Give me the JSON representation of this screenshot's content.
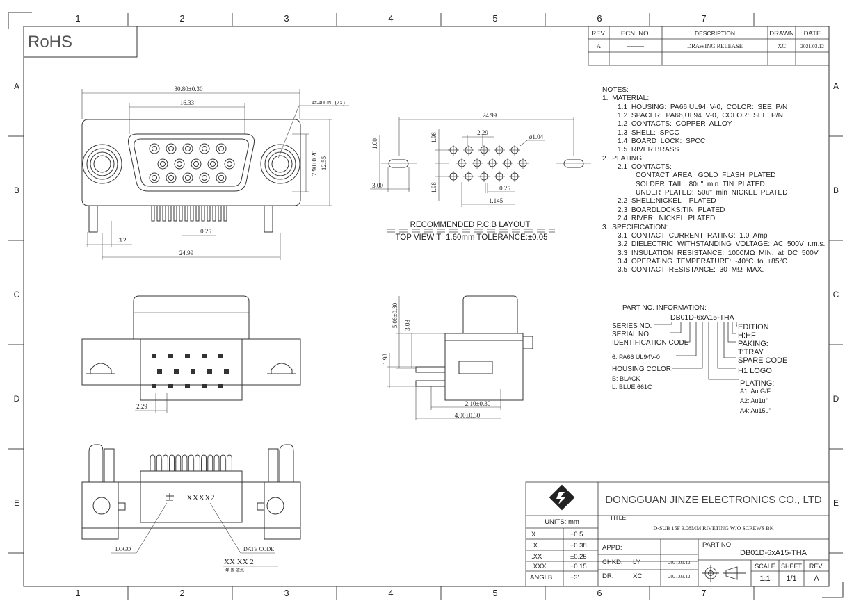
{
  "rohs": "RoHS",
  "border": {
    "cols": [
      "1",
      "2",
      "3",
      "4",
      "5",
      "6",
      "7"
    ],
    "rows": [
      "A",
      "B",
      "C",
      "D",
      "E"
    ]
  },
  "revision": {
    "headers": [
      "REV.",
      "ECN. NO.",
      "DESCRIPTION",
      "DRAWN",
      "DATE"
    ],
    "row": [
      "A",
      "———",
      "DRAWING RELEASE",
      "XC",
      "2021.03.12"
    ]
  },
  "dims": {
    "overall": "30.80±0.30",
    "flange": "16.33",
    "thread": "4#-40UNC(2X)",
    "height": "7.90±0.20",
    "total_h": "12.55",
    "pin_off": "3.2",
    "pin_w": "0.25",
    "span": "24.99",
    "pcb_span": "24.99",
    "pcb_pitch": "2.29",
    "pcb_hole": "ø1.04",
    "pcb_slot_w": "1.00",
    "pcb_slot_l": "3.00",
    "pcb_row1": "1.98",
    "pcb_row2": "1.98",
    "pcb_pin": "0.25",
    "pcb_off": "1.145",
    "front_pitch": "2.29",
    "side_h": "5.06±0.30",
    "side_h2": "3.08",
    "side_pin": "1.98",
    "side_d1": "2.10±0.30",
    "side_d2": "4.00±0.30"
  },
  "pcb_layout": {
    "title": "RECOMMENDED P.C.B LAYOUT",
    "subtitle": "TOP  VIEW  T=1.60mm  TOLERANCE:±0.05"
  },
  "notes": [
    {
      "lvl": 0,
      "t": "NOTES:"
    },
    {
      "lvl": 0,
      "t": "1.  MATERIAL:"
    },
    {
      "lvl": 1,
      "t": "1.1  HOUSING:  PA66,UL94  V-0,  COLOR:  SEE  P/N"
    },
    {
      "lvl": 1,
      "t": "1.2  SPACER:  PA66,UL94  V-0,  COLOR:  SEE  P/N"
    },
    {
      "lvl": 1,
      "t": "1.2  CONTACTS:  COPPER  ALLOY"
    },
    {
      "lvl": 1,
      "t": "1.3  SHELL:  SPCC"
    },
    {
      "lvl": 1,
      "t": "1.4  BOARD  LOCK:  SPCC"
    },
    {
      "lvl": 1,
      "t": "1.5  RIVER:BRASS"
    },
    {
      "lvl": 0,
      "t": "2.  PLATING:"
    },
    {
      "lvl": 1,
      "t": "2.1  CONTACTS:"
    },
    {
      "lvl": 2,
      "t": "CONTACT  AREA:  GOLD  FLASH  PLATED"
    },
    {
      "lvl": 2,
      "t": "SOLDER  TAIL:  80u\"  min  TIN  PLATED"
    },
    {
      "lvl": 2,
      "t": "UNDER  PLATED:  50u\"  min  NICKEL  PLATED"
    },
    {
      "lvl": 1,
      "t": "2.2  SHELL:NICKEL    PLATED"
    },
    {
      "lvl": 1,
      "t": "2.3  BOARDLOCKS:TIN  PLATED"
    },
    {
      "lvl": 1,
      "t": "2.4  RIVER:  NICKEL  PLATED"
    },
    {
      "lvl": 0,
      "t": "3.  SPECIFICATION:"
    },
    {
      "lvl": 1,
      "t": "3.1  CONTACT  CURRENT  RATING:  1.0  Amp"
    },
    {
      "lvl": 1,
      "t": "3.2  DIELECTRIC  WITHSTANDING  VOLTAGE:  AC  500V  r.m.s."
    },
    {
      "lvl": 1,
      "t": "3.3  INSULATION  RESISTANCE:  1000MΩ  MIN.  at  DC  500V"
    },
    {
      "lvl": 1,
      "t": "3.4  OPERATING  TEMPERATURE:  -40°C  to  +85°C"
    },
    {
      "lvl": 1,
      "t": "3.5  CONTACT  RESISTANCE:  30  MΩ  MAX."
    }
  ],
  "part_info": {
    "title": "PART NO. INFORMATION:",
    "part": "DB01D-6xA15-THA",
    "left": [
      "SERIES NO.",
      "SERIAL NO.",
      "IDENTIFICATION CODE",
      "6: PA66   UL94V-0",
      "HOUSING COLOR:",
      "B: BLACK",
      "L: BLUE 661C"
    ],
    "right": [
      "EDITION",
      "H:HF",
      "PAKING:",
      "T:TRAY",
      "SPARE  CODE",
      "H1  LOGO",
      "PLATING:",
      "A1: Au G/F",
      "A2: Au1u\"",
      "A4: Au15u\""
    ]
  },
  "bottom_view": {
    "marking": "XXXX2",
    "logo": "LOGO",
    "date_code": "DATE CODE",
    "code": "XX  XX  2",
    "code_sub": "年  周  流水"
  },
  "title_block": {
    "company": "DONGGUAN  JINZE  ELECTRONICS  CO.,  LTD",
    "units": "UNITS:  mm",
    "title_label": "TITLE:",
    "title": "D-SUB  15F  3.08MM  RIVETING  W/O  SCREWS  BK",
    "tolerances": [
      [
        "X.",
        "±0.5"
      ],
      [
        ".X",
        "±0.38"
      ],
      [
        ".XX",
        "±0.25"
      ],
      [
        ".XXX",
        "±0.15"
      ],
      [
        "ANGLB",
        "±3'"
      ]
    ],
    "appd": "APPD:",
    "chkd": "CHKD:",
    "chkd_by": "LY",
    "chkd_date": "2021.03.12",
    "dr": "DR:",
    "dr_by": "XC",
    "dr_date": "2021.03.12",
    "part_label": "PART  NO.",
    "part_no": "DB01D-6xA15-THA",
    "scale_label": "SCALE",
    "sheet_label": "SHEET",
    "rev_label": "REV.",
    "scale": "1:1",
    "sheet": "1/1",
    "rev": "A"
  }
}
